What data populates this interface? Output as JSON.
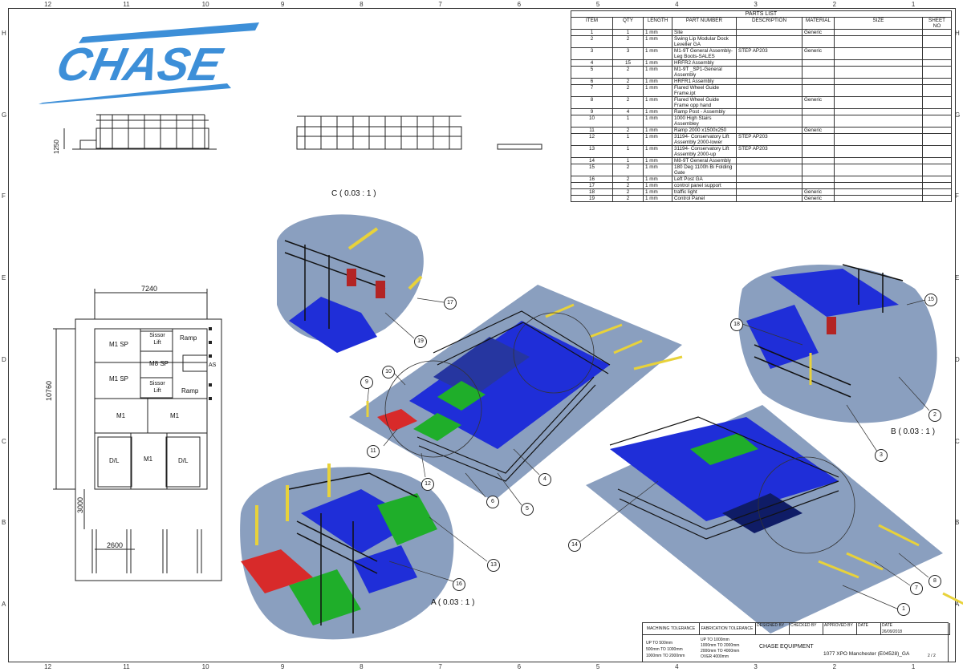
{
  "logo": {
    "text": "CHASE"
  },
  "zones": {
    "columns": [
      "12",
      "11",
      "10",
      "9",
      "8",
      "7",
      "6",
      "5",
      "4",
      "3",
      "2",
      "1"
    ],
    "rows": [
      "H",
      "G",
      "F",
      "E",
      "D",
      "C",
      "B",
      "A"
    ]
  },
  "parts_list": {
    "title": "PARTS LIST",
    "headers": [
      "ITEM",
      "QTY",
      "LENGTH",
      "PART NUMBER",
      "DESCRIPTION",
      "MATERIAL",
      "SIZE",
      "SHEET NO"
    ],
    "rows": [
      [
        "1",
        "1",
        "1 mm",
        "Site",
        "",
        "Generic",
        "",
        ""
      ],
      [
        "2",
        "2",
        "1 mm",
        "Swing Lip Modular Dock Leveller GA",
        "",
        "",
        "",
        ""
      ],
      [
        "3",
        "3",
        "1 mm",
        "M1-9T General Assembly-Leg Boots-SALES",
        "STEP AP203",
        "Generic",
        "",
        ""
      ],
      [
        "4",
        "15",
        "1 mm",
        "HRFR2 Assembly",
        "",
        "",
        "",
        ""
      ],
      [
        "5",
        "2",
        "1 mm",
        "M1-9T _SP1-General Assembly",
        "",
        "",
        "",
        ""
      ],
      [
        "6",
        "2",
        "1 mm",
        "HRFR1 Assembly",
        "",
        "",
        "",
        ""
      ],
      [
        "7",
        "2",
        "1 mm",
        "Flared Wheel Guide Frame.ipt",
        "",
        "",
        "",
        ""
      ],
      [
        "8",
        "2",
        "1 mm",
        "Flared Wheel Guide Frame opp hand",
        "",
        "Generic",
        "",
        ""
      ],
      [
        "9",
        "4",
        "1 mm",
        "Ramp Post - Assembly",
        "",
        "",
        "",
        ""
      ],
      [
        "10",
        "1",
        "1 mm",
        "1000 High Stairs Assembley",
        "",
        "",
        "",
        ""
      ],
      [
        "11",
        "2",
        "1 mm",
        "Ramp 2000 x1500x250",
        "",
        "Generic",
        "",
        ""
      ],
      [
        "12",
        "1",
        "1 mm",
        "31194- Conservatory Lift Assembly 2000-lower",
        "STEP AP203",
        "",
        "",
        ""
      ],
      [
        "13",
        "1",
        "1 mm",
        "31194- Conservatory Lift Assembly 2000-up",
        "STEP AP203",
        "",
        "",
        ""
      ],
      [
        "14",
        "1",
        "1 mm",
        "M8-9T General Assembly",
        "",
        "",
        "",
        ""
      ],
      [
        "15",
        "2",
        "1 mm",
        "180 Deg 1100h Bi Folding Gate",
        "",
        "",
        "",
        ""
      ],
      [
        "16",
        "2",
        "1 mm",
        "Left Post GA",
        "",
        "",
        "",
        ""
      ],
      [
        "17",
        "2",
        "1 mm",
        "control panel support",
        "",
        "",
        "",
        ""
      ],
      [
        "18",
        "2",
        "1 mm",
        "traffic light",
        "",
        "Generic",
        "",
        ""
      ],
      [
        "19",
        "2",
        "1 mm",
        "Control Panel",
        "",
        "Generic",
        "",
        ""
      ]
    ]
  },
  "plan": {
    "dim_width": "7240",
    "dim_height": "10760",
    "dim_gap": "3000",
    "dim_bay": "2600",
    "side_dim": "1250",
    "rooms": {
      "m1sp_top": "M1 SP",
      "sissor_top": "Sissor Lift",
      "ramp_top": "Ramp",
      "m8sp": "M8 SP",
      "as": "AS",
      "m1sp_bottom": "M1 SP",
      "sissor_bottom": "Sissor Lift",
      "ramp_bottom": "Ramp",
      "m1_left": "M1",
      "m1_right": "M1",
      "dl_left": "D/L",
      "m1_center": "M1",
      "dl_right": "D/L"
    }
  },
  "detail_labels": {
    "c": "C ( 0.03 : 1 )",
    "b": "B ( 0.03 : 1 )",
    "a": "A ( 0.03 : 1 )"
  },
  "balloons": [
    "17",
    "19",
    "9",
    "10",
    "11",
    "12",
    "6",
    "5",
    "4",
    "13",
    "16",
    "18",
    "15",
    "2",
    "3",
    "14",
    "7",
    "8",
    "1"
  ],
  "title_block": {
    "machining_tolerance": "MACHINING TOLERANCE",
    "fabrication_tolerance": "FABRICATION TOLERANCE",
    "designed_by": "DESIGNED BY",
    "checked_by": "CHECKED BY",
    "approved_by": "APPROVED BY",
    "date_label": "DATE",
    "date_label_2": "DATE",
    "date_value": "26/09/2018",
    "company": "CHASE EQUIPMENT",
    "drawing_title": "1077 XPO Manchester (E04528)_GA",
    "sheet": "2 / 2",
    "tol1": "UP TO 500mm",
    "tol2": "500mm TO 1000mm",
    "tol3": "1000mm TO 2000mm",
    "ftol1": "UP TO 1000mm",
    "ftol2": "1000mm TO 2000mm",
    "ftol3": "2000mm TO 4000mm",
    "ftol4": "OVER 4000mm"
  },
  "colors": {
    "logo_blue": "#3d8fd8",
    "deck_blue": "#1f2ed8",
    "floor": "#8a9fbf",
    "green": "#1fae2a",
    "red": "#d82a2a",
    "yellow": "#e8d23a"
  }
}
